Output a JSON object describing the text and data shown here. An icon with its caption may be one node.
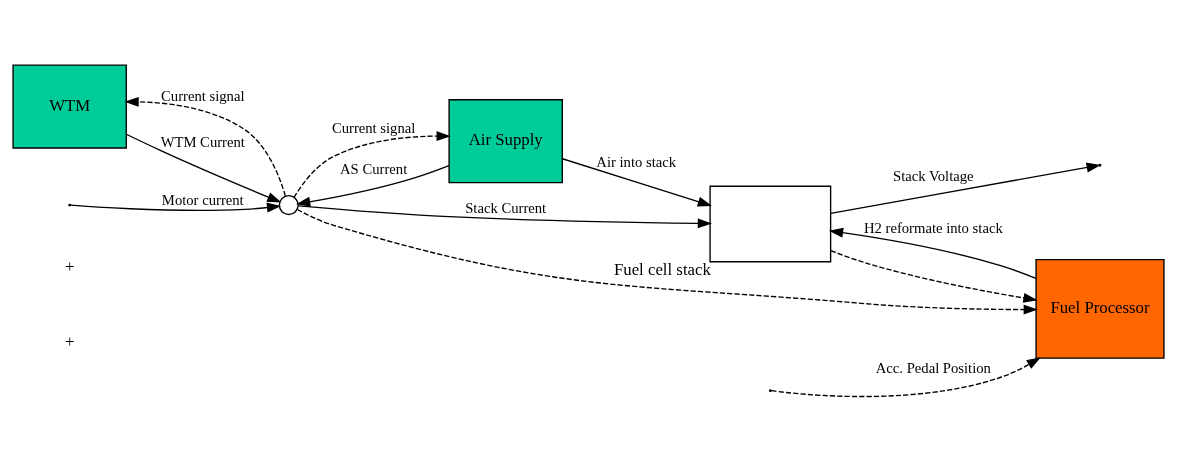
{
  "diagram": {
    "nodes": [
      {
        "text": [
          "WTM"
        ]
      },
      {
        "text": [
          "Air Supply"
        ]
      },
      {
        "text": [
          "Fuel Processor"
        ]
      },
      {
        "text": [],
        "shape": "box",
        "beside": [
          "Fuel cell stack"
        ]
      },
      {
        "text": [],
        "shape": "circle"
      }
    ],
    "edges": [
      {
        "from": null,
        "to": 4,
        "arrow": "to",
        "label": "Motor current"
      },
      {
        "from": 0,
        "to": 4,
        "arrow": "to",
        "label": "WTM Current"
      },
      {
        "from": 1,
        "to": 4,
        "arrow": "to",
        "label": "AS Current"
      },
      {
        "from": 4,
        "to": 3,
        "arrow": "to",
        "label": "Stack Current"
      },
      {
        "from": 4,
        "to": 0,
        "arrow": "to",
        "style": "dashed",
        "label": "Current signal"
      },
      {
        "from": 4,
        "to": 1,
        "arrow": "to",
        "style": "dashed",
        "label": "Current signal"
      },
      {
        "from": 4,
        "to": 2,
        "arrow": "to",
        "style": "dashed"
      },
      {
        "from": null,
        "to": 2,
        "arrow": "to",
        "style": "dashed",
        "label": "Acc. Pedal Position"
      },
      {
        "from": 3,
        "to": 2,
        "arrow": "to",
        "style": "dashed"
      },
      {
        "from": 2,
        "to": 3,
        "arrow": "to",
        "label": "H2 reformate into stack"
      },
      {
        "from": 1,
        "to": 3,
        "arrow": "to",
        "label": "Air into stack"
      },
      {
        "from": 3,
        "to": null,
        "arrow": "to",
        "label": "Stack Voltage"
      }
    ],
    "labels": [
      "+",
      "+"
    ]
  }
}
